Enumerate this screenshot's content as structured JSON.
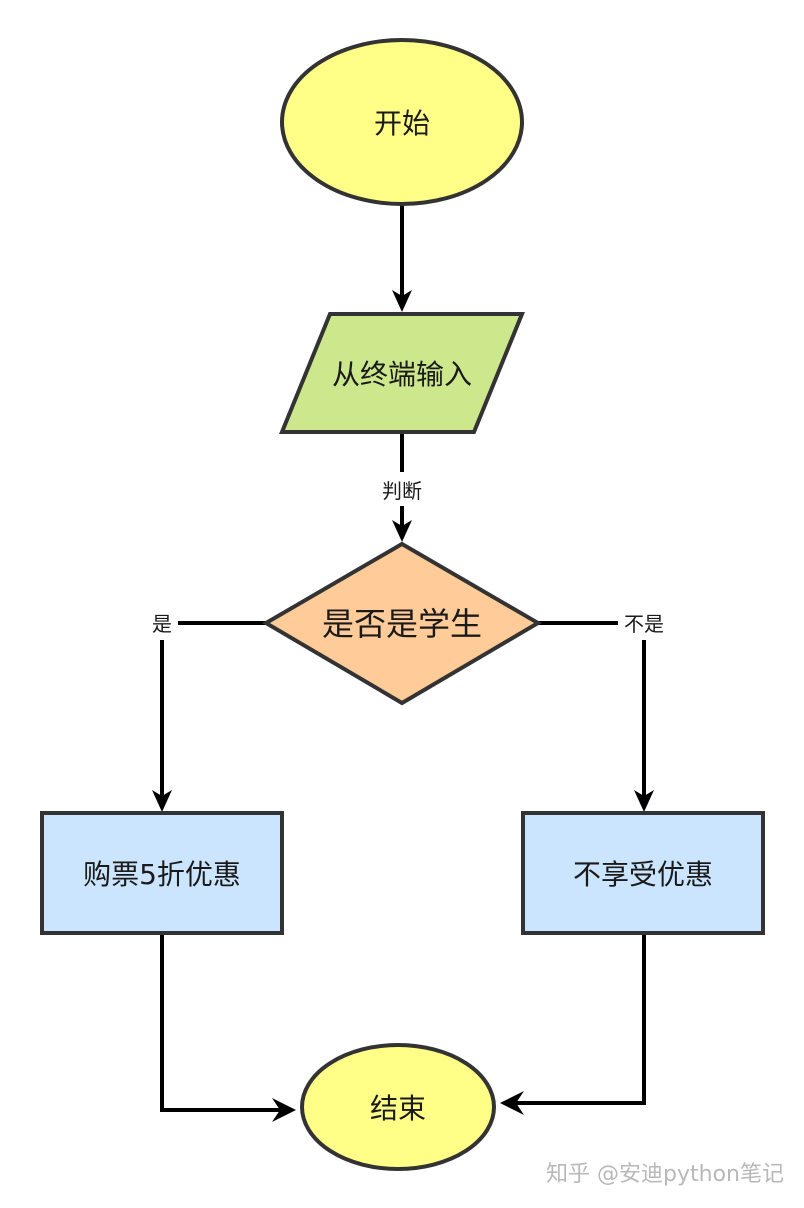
{
  "diagram": {
    "type": "flowchart",
    "nodes": {
      "start": {
        "label": "开始",
        "shape": "ellipse",
        "fill": "#ffff88"
      },
      "input": {
        "label": "从终端输入",
        "shape": "parallelogram",
        "fill": "#cde88c"
      },
      "decision": {
        "label": "是否是学生",
        "shape": "diamond",
        "fill": "#ffcc99"
      },
      "discount": {
        "label": "购票5折优惠",
        "shape": "rectangle",
        "fill": "#cce5ff"
      },
      "no_discount": {
        "label": "不享受优惠",
        "shape": "rectangle",
        "fill": "#cce5ff"
      },
      "end": {
        "label": "结束",
        "shape": "ellipse",
        "fill": "#ffff88"
      }
    },
    "edges": [
      {
        "from": "start",
        "to": "input",
        "label": ""
      },
      {
        "from": "input",
        "to": "decision",
        "label": "判断"
      },
      {
        "from": "decision",
        "to": "discount",
        "label": "是"
      },
      {
        "from": "decision",
        "to": "no_discount",
        "label": "不是"
      },
      {
        "from": "discount",
        "to": "end",
        "label": ""
      },
      {
        "from": "no_discount",
        "to": "end",
        "label": ""
      }
    ],
    "stroke_color": "#333333",
    "edge_color": "#000000"
  },
  "watermark": "知乎 @安迪python笔记"
}
